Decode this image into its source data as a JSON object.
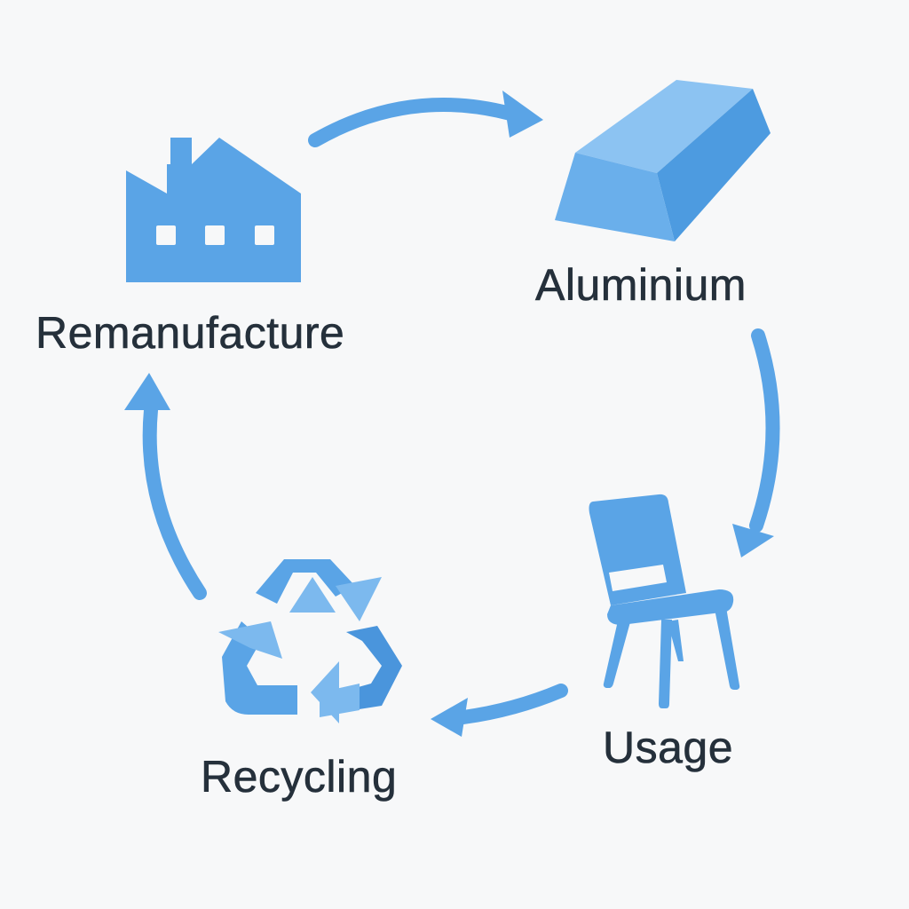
{
  "diagram": {
    "nodes": [
      {
        "id": "remanufacture",
        "label": "Remanufacture",
        "icon": "factory-icon"
      },
      {
        "id": "aluminium",
        "label": "Aluminium",
        "icon": "aluminium-ingot-icon"
      },
      {
        "id": "usage",
        "label": "Usage",
        "icon": "chair-icon"
      },
      {
        "id": "recycling",
        "label": "Recycling",
        "icon": "recycling-icon"
      }
    ],
    "edges": [
      {
        "from": "remanufacture",
        "to": "aluminium"
      },
      {
        "from": "aluminium",
        "to": "usage"
      },
      {
        "from": "usage",
        "to": "recycling"
      },
      {
        "from": "recycling",
        "to": "remanufacture"
      }
    ]
  },
  "colors": {
    "icon_primary": "#5aa4e6",
    "icon_light": "#7cb9ee",
    "icon_dark": "#4a95dc",
    "arrow": "#5aa4e6",
    "label_text": "#25303b",
    "background": "#f7f8f9"
  }
}
